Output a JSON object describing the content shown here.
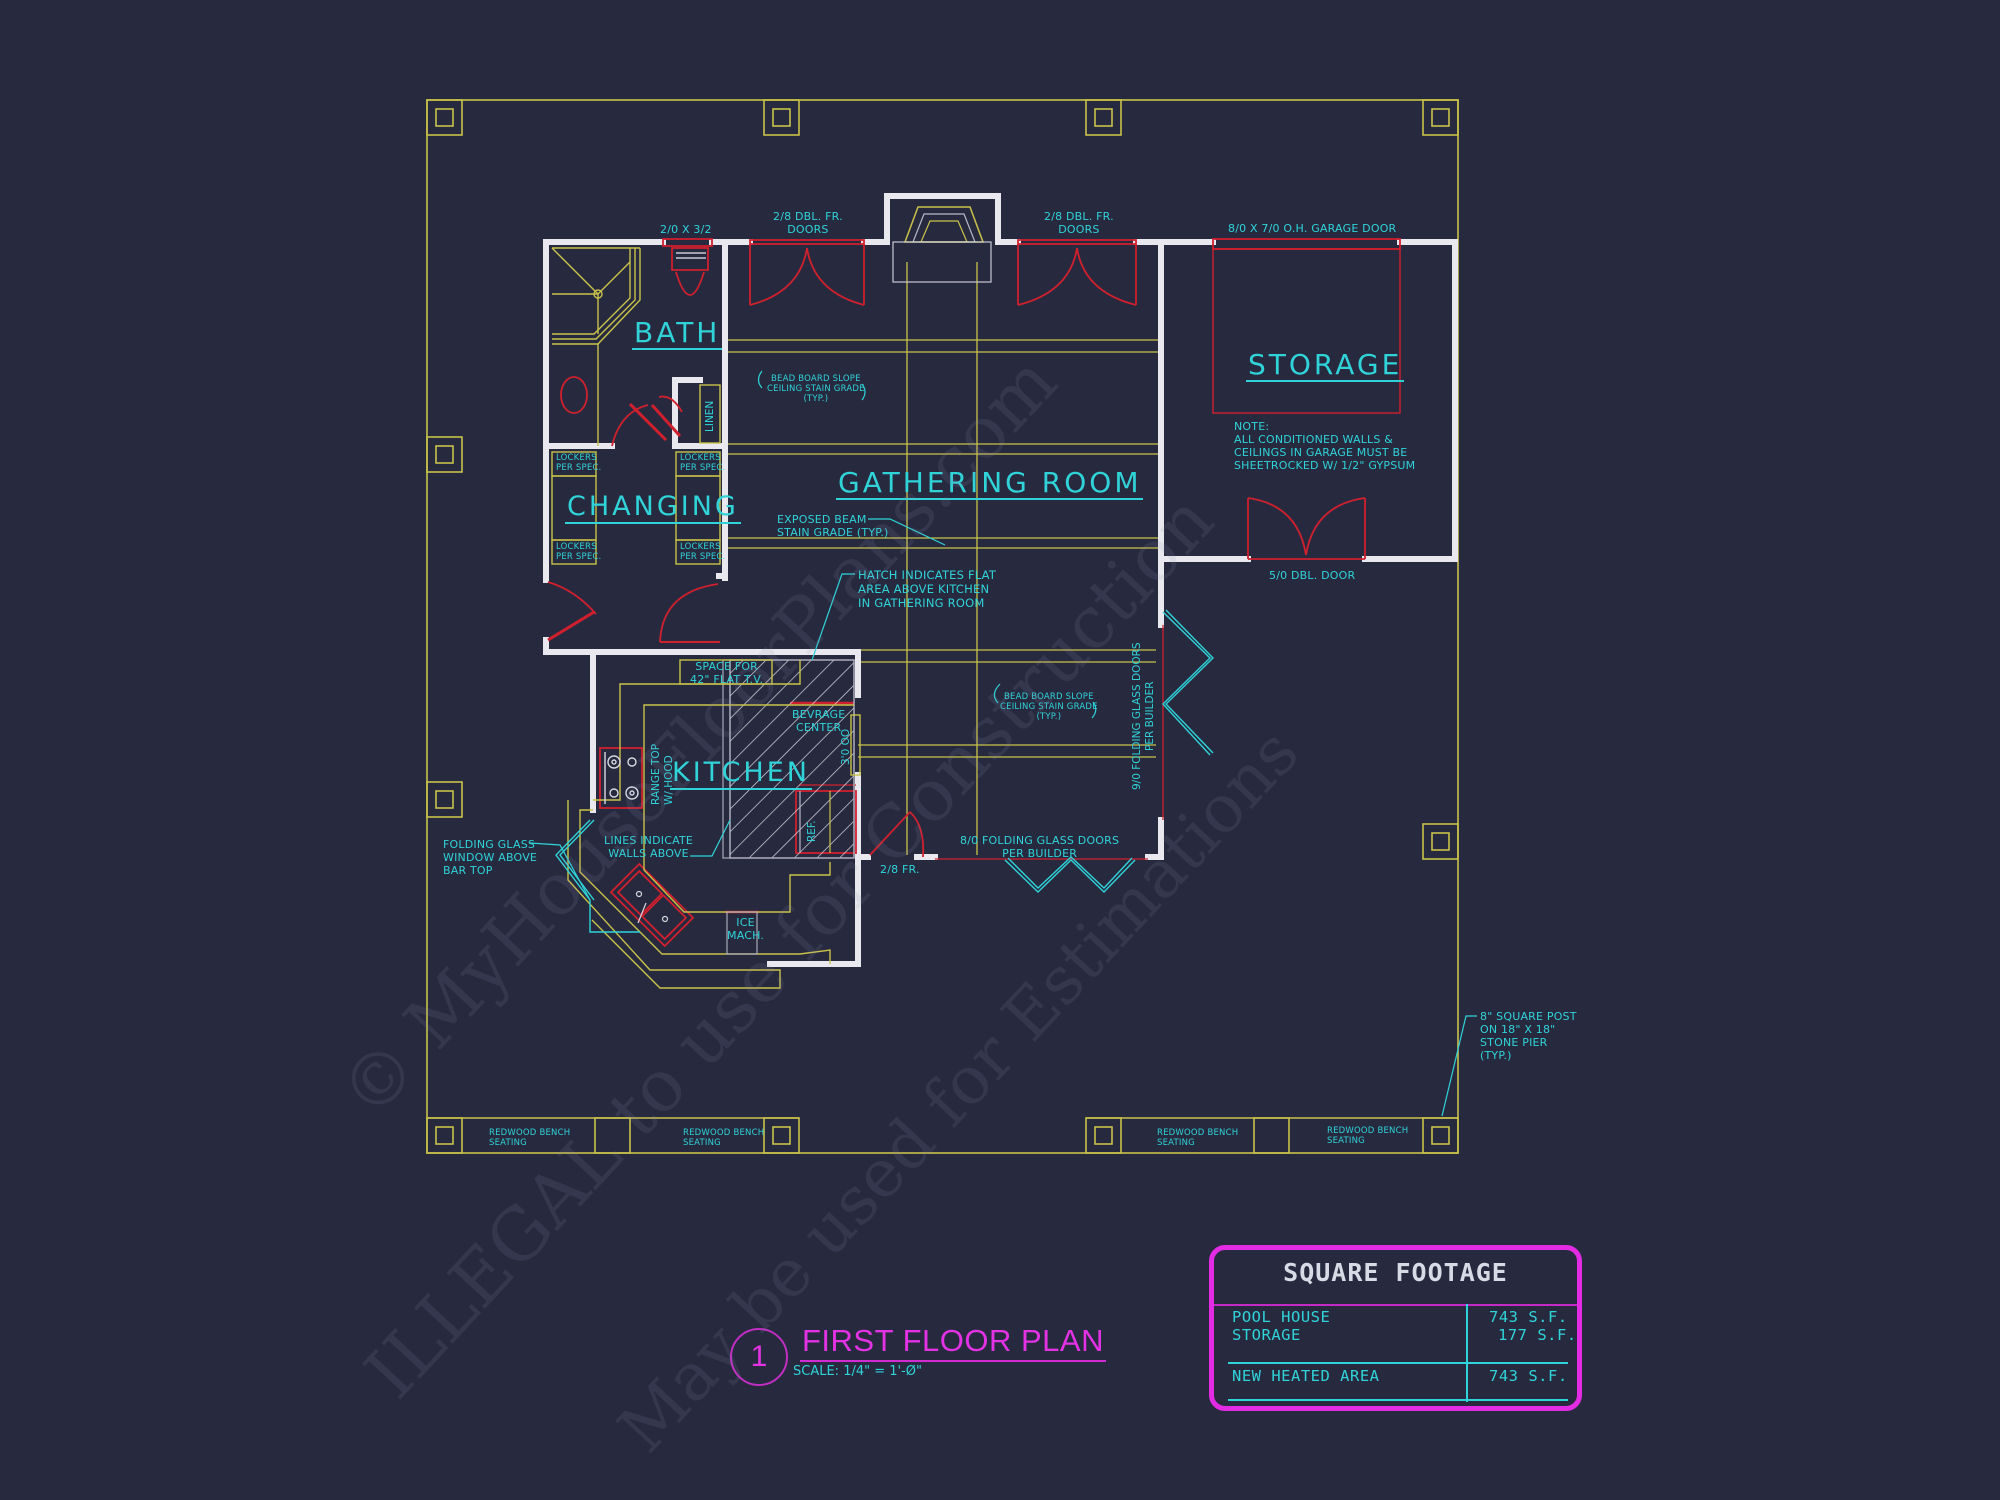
{
  "drawing": {
    "title": "FIRST FLOOR PLAN",
    "detail_number": "1",
    "scale": "SCALE: 1/4\" = 1'-Ø\""
  },
  "colors": {
    "background": "#272a3f",
    "walls": "#e8e8ee",
    "annotation_text": "#2fd3d8",
    "doors_fixtures": "#d0202e",
    "frame_lines": "#c9c24a",
    "title_magenta": "#e332e3"
  },
  "rooms": {
    "bath": "BATH",
    "changing": "CHANGING",
    "gathering": "GATHERING ROOM",
    "storage": "STORAGE",
    "kitchen": "KITCHEN"
  },
  "labels": {
    "window_bath": "2/0 X 3/2",
    "dbl_fr_doors_left": "2/8 DBL. FR.\nDOORS",
    "dbl_fr_doors_right": "2/8 DBL. FR.\nDOORS",
    "garage_door": "8/0 X 7/0 O.H. GARAGE DOOR",
    "storage_note": "NOTE:\nALL CONDITIONED WALLS &\nCEILINGS IN GARAGE MUST BE\nSHEETROCKED W/ 1/2\" GYPSUM",
    "dbl_door_storage": "5/0 DBL. DOOR",
    "bead_board_1": "BEAD BOARD SLOPE\nCEILING STAIN GRADE\n(TYP.)",
    "bead_board_2": "BEAD BOARD SLOPE\nCEILING STAIN GRADE\n(TYP.)",
    "linen": "LINEN",
    "lockers": "LOCKERS\nPER SPEC.",
    "exposed_beam": "EXPOSED BEAM\nSTAIN GRADE (TYP.)",
    "hatch_note": "HATCH INDICATES FLAT\nAREA ABOVE KITCHEN\nIN GATHERING ROOM",
    "tv_space": "SPACE FOR\n42\" FLAT T.V.",
    "beverage_center": "BEVRAGE\nCENTER",
    "range_top": "RANGE TOP\nW/ HOOD",
    "opening_30": "3'0 OO",
    "ref": "REF.",
    "lines_walls_above": "LINES INDICATE\nWALLS ABOVE",
    "folding_window": "FOLDING GLASS\nWINDOW ABOVE\nBAR TOP",
    "ice_machine": "ICE\nMACH.",
    "fr_door_28": "2/8 FR.",
    "folding_doors_80": "8/0 FOLDING GLASS DOORS\nPER BUILDER",
    "folding_doors_90": "9/0 FOLDING GLASS DOORS\nPER BUILDER",
    "square_post": "8\" SQUARE POST\nON 18\" X 18\"\nSTONE PIER\n(TYP.)",
    "bench": "REDWOOD BENCH\nSEATING"
  },
  "square_footage": {
    "heading": "SQUARE FOOTAGE",
    "rows": [
      {
        "label": "POOL HOUSE",
        "value": "743 S.F."
      },
      {
        "label": "STORAGE",
        "value": "177 S.F."
      }
    ],
    "total": {
      "label": "NEW HEATED AREA",
      "value": "743 S.F."
    }
  },
  "watermark": {
    "line1": "© MyHouseFloorPlans.com",
    "line2": "ILLEGAL to use for Construction",
    "line3": "May be used for Estimations"
  }
}
